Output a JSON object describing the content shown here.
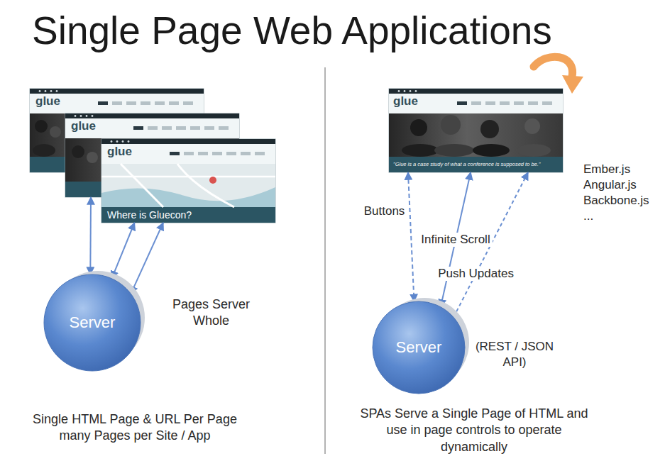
{
  "diagram": {
    "title": "Single Page Web Applications",
    "nodes": [
      {
        "text": [
          "glue"
        ]
      },
      {
        "text": [
          "glue"
        ]
      },
      {
        "text": [
          "glue",
          "Where is Gluecon?"
        ]
      },
      {
        "text": [
          "Server"
        ]
      },
      {
        "text": [
          "glue",
          "\"Glue is a case study of what a conference is supposed to be.\""
        ]
      },
      {
        "text": [
          "Server"
        ]
      }
    ],
    "edges": [
      {
        "from": 1,
        "to": 3,
        "arrow": "both"
      },
      {
        "from": 2,
        "to": 3,
        "arrow": "both"
      },
      {
        "from": 2,
        "to": 3,
        "arrow": "both"
      },
      {
        "from": 4,
        "to": 5,
        "label": "Buttons",
        "arrow": "both"
      },
      {
        "from": 4,
        "to": 5,
        "label": "Infinite Scroll",
        "arrow": "both"
      },
      {
        "from": 5,
        "to": 4,
        "label": "Push Updates",
        "arrow": "to"
      }
    ],
    "labels": [
      "Pages Server Whole",
      "Single HTML Page & URL Per Page many Pages per Site / App",
      "Ember.js Angular.js Backbone.js ...",
      "(REST / JSON API)",
      "SPAs Serve a Single Page of HTML and use in page controls to operate dynamically"
    ]
  }
}
